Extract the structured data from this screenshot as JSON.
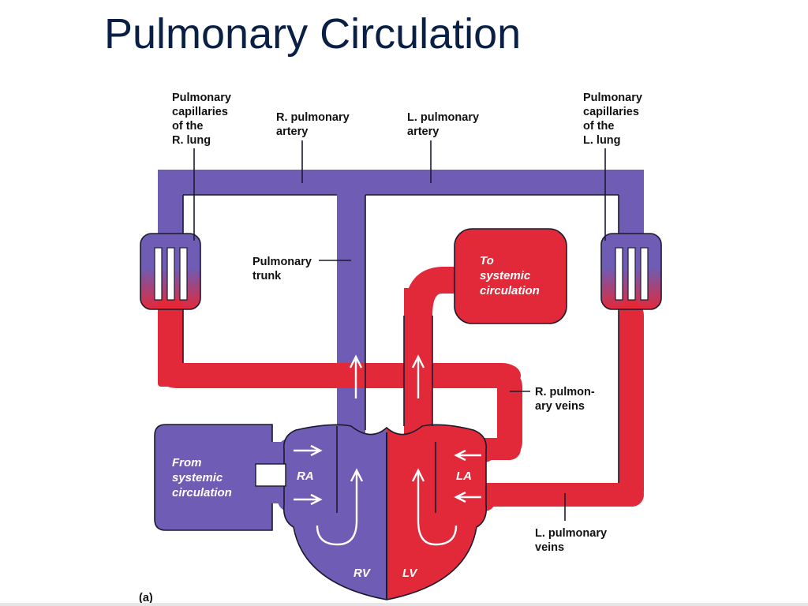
{
  "title": "Pulmonary Circulation",
  "colors": {
    "deoxygenated": "#6e5cb5",
    "oxygenated": "#e2293a",
    "title": "#0a1f44"
  },
  "labels": {
    "cap_r": [
      "Pulmonary",
      "capillaries",
      "of the",
      "R. lung"
    ],
    "r_artery": [
      "R. pulmonary",
      "artery"
    ],
    "l_artery": [
      "L. pulmonary",
      "artery"
    ],
    "cap_l": [
      "Pulmonary",
      "capillaries",
      "of the",
      "L. lung"
    ],
    "trunk": [
      "Pulmonary",
      "trunk"
    ],
    "to_systemic": [
      "To",
      "systemic",
      "circulation"
    ],
    "r_veins": [
      "R. pulmon-",
      "ary veins"
    ],
    "from_systemic": [
      "From",
      "systemic",
      "circulation"
    ],
    "l_veins": [
      "L. pulmonary",
      "veins"
    ],
    "ra": "RA",
    "la": "LA",
    "rv": "RV",
    "lv": "LV",
    "panel": "(a)"
  }
}
